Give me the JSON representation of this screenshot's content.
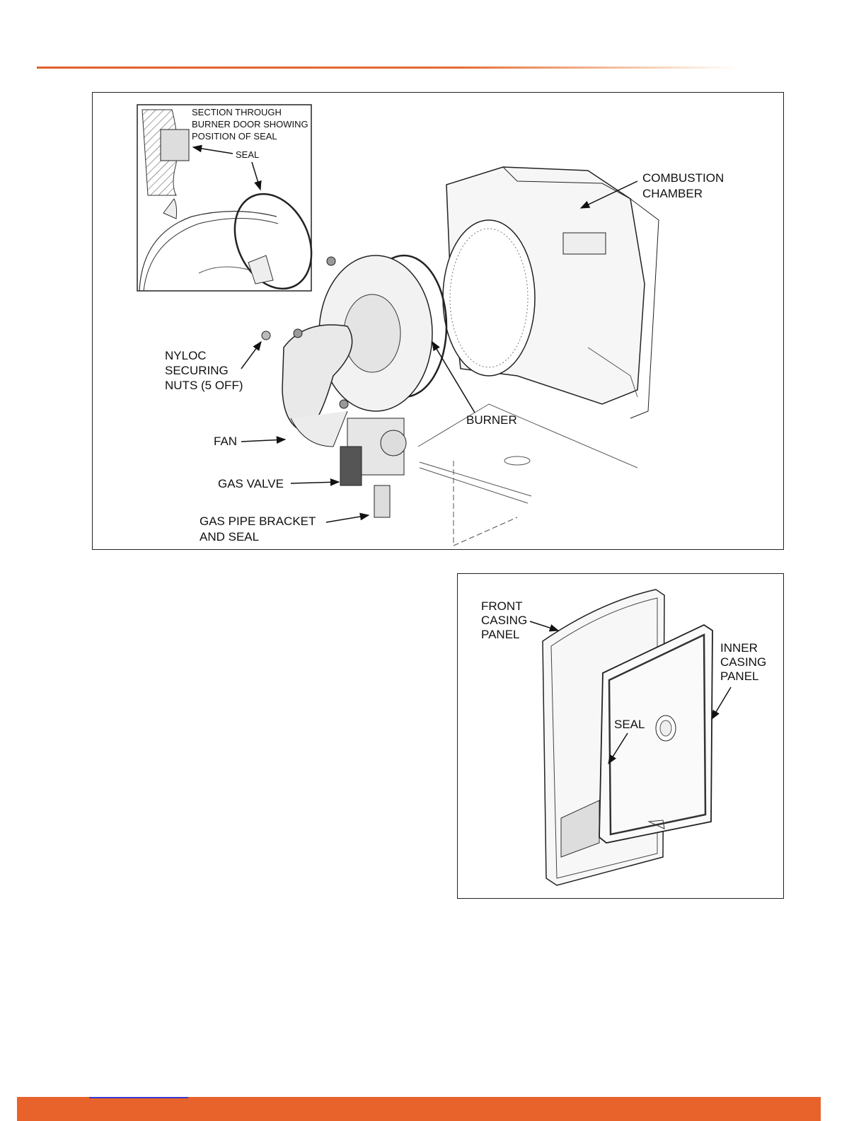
{
  "figure_1": {
    "inset_caption_line1": "SECTION THROUGH",
    "inset_caption_line2": "BURNER DOOR SHOWING",
    "inset_caption_line3": "POSITION OF SEAL",
    "inset_seal": "SEAL",
    "combustion_chamber_line1": "COMBUSTION",
    "combustion_chamber_line2": "CHAMBER",
    "nyloc_line1": "NYLOC",
    "nyloc_line2": "SECURING",
    "nyloc_line3": "NUTS (5 OFF)",
    "burner": "BURNER",
    "fan": "FAN",
    "gas_valve": "GAS VALVE",
    "gas_pipe_line1": "GAS PIPE BRACKET",
    "gas_pipe_line2": "AND SEAL"
  },
  "figure_2": {
    "front_line1": "FRONT",
    "front_line2": "CASING",
    "front_line3": "PANEL",
    "inner_line1": "INNER",
    "inner_line2": "CASING",
    "inner_line3": "PANEL",
    "seal": "SEAL"
  },
  "colors": {
    "accent": "#e8622b",
    "link": "#3a3acf"
  }
}
